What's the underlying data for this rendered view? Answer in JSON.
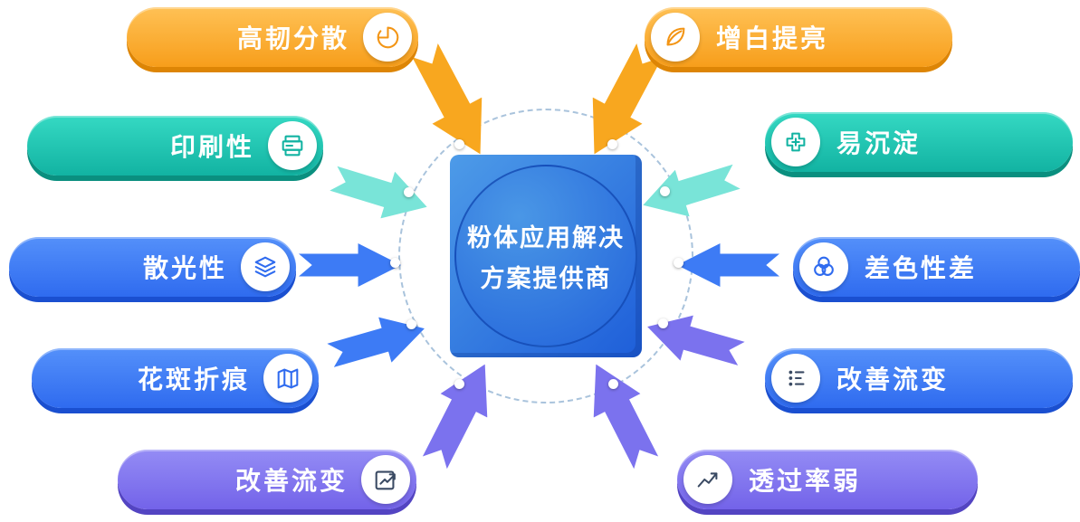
{
  "center": {
    "title_line1": "粉体应用解决",
    "title_line2": "方案提供商"
  },
  "left_items": [
    {
      "label": "高韧分散",
      "icon": "pie-chart-icon",
      "icon_color": "#f39515"
    },
    {
      "label": "印刷性",
      "icon": "printer-icon",
      "icon_color": "#12b3a2"
    },
    {
      "label": "散光性",
      "icon": "layers-icon",
      "icon_color": "#2f6bef"
    },
    {
      "label": "花斑折痕",
      "icon": "map-icon",
      "icon_color": "#2f6bef"
    },
    {
      "label": "改善流变",
      "icon": "chart-up-icon",
      "icon_color": "#3a4a63"
    }
  ],
  "right_items": [
    {
      "label": "增白提亮",
      "icon": "leaf-icon",
      "icon_color": "#f39515"
    },
    {
      "label": "易沉淀",
      "icon": "puzzle-icon",
      "icon_color": "#12b3a2"
    },
    {
      "label": "差色性差",
      "icon": "rings-icon",
      "icon_color": "#2f6bef"
    },
    {
      "label": "改善流变",
      "icon": "tune-icon",
      "icon_color": "#3a4a63"
    },
    {
      "label": "透过率弱",
      "icon": "trend-line-icon",
      "icon_color": "#3a4a63"
    }
  ],
  "colors": {
    "pill_orange": "#f79e1b",
    "pill_teal": "#12b3a2",
    "pill_blue": "#2f6bef",
    "pill_purple": "#7363e9",
    "arrow_orange": "#f8a71f",
    "arrow_teal": "#79e4d8",
    "arrow_blue": "#3d7bf5",
    "arrow_purple": "#7b72ee",
    "center_blue": "#2161da",
    "ring_dash": "#a9c3dc",
    "text": "#ffffff"
  }
}
